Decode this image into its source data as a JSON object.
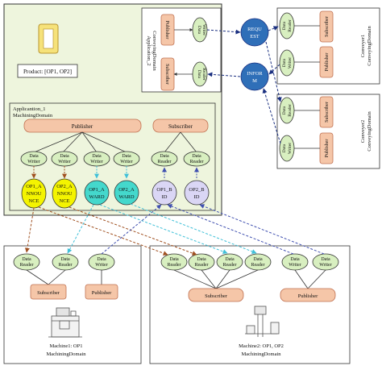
{
  "colors": {
    "domain_fill": "#eef5dd",
    "ellipse_fill": "#d8efc0",
    "pubsub_fill": "#f5c6a8",
    "pubsub_stroke": "#c07050",
    "yellow_fill": "#f4f400",
    "cyan_fill": "#44d8cc",
    "lavender_fill": "#dad6f5",
    "topic_fill": "#2f6fb8",
    "arrow_brown": "#a05020",
    "arrow_cyan": "#40c0d8",
    "arrow_blue": "#4050b0",
    "arrow_navy": "#1a2f80",
    "box_stroke": "#333333"
  },
  "product": {
    "label": "Product: [OP1, OP2]"
  },
  "app2": {
    "title_line1": "Application_2",
    "title_line2": "ConveyingDomain",
    "publisher": "Publisher",
    "subscriber": "Subscriber",
    "writer": [
      "Data",
      "Writer"
    ],
    "reader": [
      "Data",
      "Reader"
    ]
  },
  "topics": {
    "request": [
      "REQU",
      "EST"
    ],
    "inform": [
      "INFOR",
      "M"
    ]
  },
  "conveyer1": {
    "title_line1": "Conveyer1",
    "title_line2": "ConveyingDomain",
    "subscriber": "Subscriber",
    "publisher": "Publisher",
    "reader": [
      "Data",
      "Reader"
    ],
    "writer": [
      "Data",
      "Writer"
    ]
  },
  "conveyer2": {
    "title_line1": "Conveyer2",
    "title_line2": "ConveyingDomain",
    "subscriber": "Subscriber",
    "publisher": "Publisher",
    "reader": [
      "Data",
      "Reader"
    ],
    "writer": [
      "Data",
      "Writer"
    ]
  },
  "app1": {
    "title_line1": "Applicantion_1",
    "title_line2": "MachiningDomain",
    "publisher": "Publisher",
    "subscriber": "Subscriber",
    "writer": [
      "Data",
      "Writer"
    ],
    "reader": [
      "Data",
      "Reader"
    ],
    "topics": [
      [
        "OP1_A",
        "NNOU",
        "NCE"
      ],
      [
        "OP2_A",
        "NNOU",
        "NCE"
      ],
      [
        "OP1_A",
        "WARD"
      ],
      [
        "OP2_A",
        "WARD"
      ],
      [
        "OP1_B",
        "ID"
      ],
      [
        "OP2_B",
        "ID"
      ]
    ]
  },
  "machine1": {
    "label_line1": "Machine1: OP1",
    "label_line2": "MachiningDomain",
    "subscriber": "Subscriber",
    "publisher": "Publisher",
    "reader": [
      "Data",
      "Reader"
    ],
    "writer": [
      "Data",
      "Writer"
    ]
  },
  "machine2": {
    "label_line1": "Machine2: OP1, OP2",
    "label_line2": "MachiningDomain",
    "subscriber": "Subscriber",
    "publisher": "Publisher",
    "reader": [
      "Data",
      "Reader"
    ],
    "writer": [
      "Data",
      "Writer"
    ]
  }
}
